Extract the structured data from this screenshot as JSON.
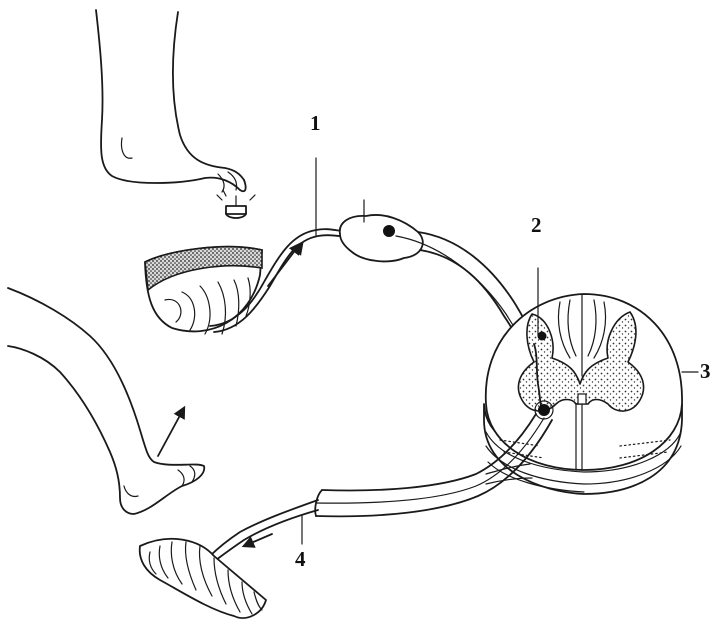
{
  "figure": {
    "callouts": [
      {
        "id": "callout-1",
        "text": "1"
      },
      {
        "id": "callout-2",
        "text": "2"
      },
      {
        "id": "callout-3",
        "text": "3"
      },
      {
        "id": "callout-4",
        "text": "4"
      }
    ],
    "colors": {
      "ink": "#1a1a1a",
      "background": "#ffffff"
    }
  }
}
